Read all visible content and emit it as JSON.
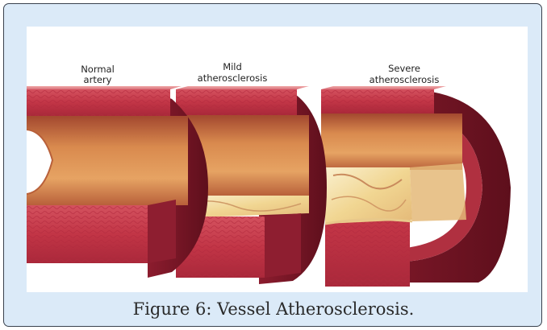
{
  "figure": {
    "labels": {
      "normal": [
        "Normal",
        "artery"
      ],
      "mild": [
        "Mild",
        "atherosclerosis"
      ],
      "severe": [
        "Severe",
        "atherosclerosis"
      ]
    },
    "caption": "Figure 6: Vessel Atherosclerosis."
  },
  "colors": {
    "frame_background": "#dbeaf8",
    "frame_border": "#39414d",
    "vessel_wall": "#c2374a",
    "vessel_wall_dark": "#7a1526",
    "lumen": "#d98a4e",
    "plaque": "#f3dfa8"
  }
}
